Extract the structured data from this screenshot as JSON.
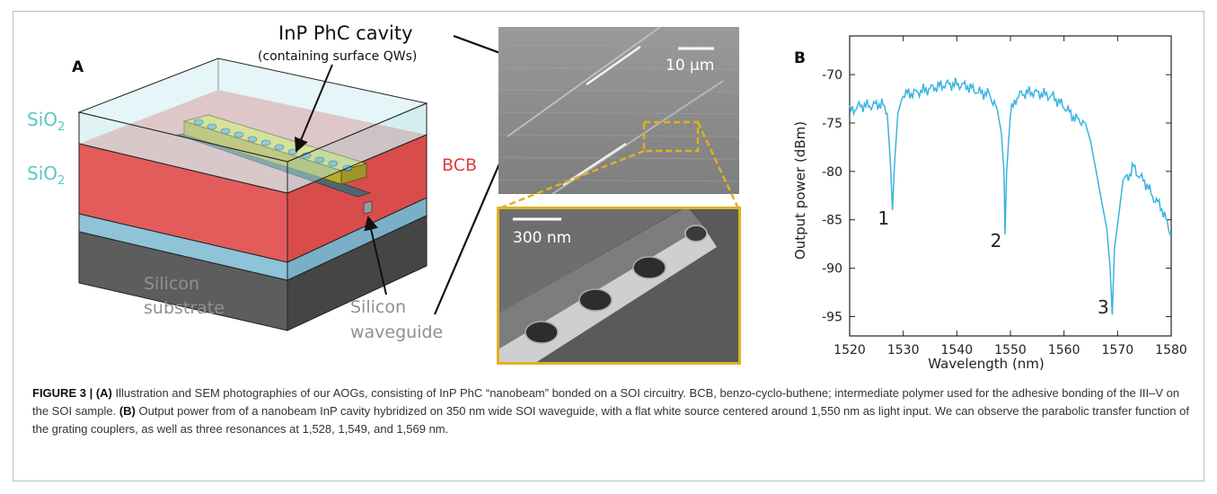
{
  "panel_a": {
    "letter": "A",
    "callout_title": "InP PhC cavity",
    "callout_subtitle": "(containing surface QWs)",
    "label_sio2_top": "SiO",
    "label_sio2_bottom": "SiO",
    "subscript": "2",
    "label_bcb": "BCB",
    "label_silicon_substrate_1": "Silicon",
    "label_silicon_substrate_2": "substrate",
    "label_silicon_waveguide_1": "Silicon",
    "label_silicon_waveguide_2": "waveguide",
    "scale_top": "10 µm",
    "scale_bottom": "300 nm",
    "colors": {
      "sio2": "#5bc7c4",
      "bcb": "#e23b3b",
      "inp": "#d8d03a",
      "inset_border": "#e0b020"
    }
  },
  "panel_b": {
    "letter": "B"
  },
  "chart_data": {
    "type": "line",
    "xlabel": "Wavelength (nm)",
    "ylabel": "Output power (dBm)",
    "xlim": [
      1520,
      1580
    ],
    "ylim": [
      -97,
      -66
    ],
    "xticks": [
      1520,
      1530,
      1540,
      1550,
      1560,
      1570,
      1580
    ],
    "yticks": [
      -70,
      -75,
      -80,
      -85,
      -90,
      -95
    ],
    "color": "#3bb3e0",
    "x": [
      1520,
      1522,
      1524,
      1526,
      1527,
      1527.6,
      1528,
      1528.4,
      1529,
      1530,
      1532,
      1534,
      1536,
      1538,
      1540,
      1542,
      1544,
      1546,
      1547.5,
      1548.3,
      1548.8,
      1549,
      1549.3,
      1550,
      1551,
      1552,
      1554,
      1556,
      1558,
      1560,
      1562,
      1564,
      1565,
      1566,
      1567,
      1568,
      1568.6,
      1569,
      1569.4,
      1570,
      1571,
      1572,
      1573,
      1574,
      1575,
      1576,
      1577,
      1578,
      1579,
      1580
    ],
    "y": [
      -73.8,
      -73.2,
      -73.2,
      -73,
      -74,
      -79,
      -84,
      -79,
      -74,
      -72,
      -71.9,
      -71.6,
      -71.3,
      -71,
      -71,
      -71.2,
      -71.8,
      -72,
      -73.5,
      -76,
      -80,
      -86.5,
      -80,
      -74,
      -72.5,
      -72,
      -71.8,
      -72,
      -72.3,
      -73.3,
      -74.5,
      -75,
      -77,
      -80,
      -83,
      -86,
      -90,
      -94.8,
      -88,
      -85.5,
      -81,
      -80.5,
      -79.5,
      -80.5,
      -81,
      -82,
      -83,
      -83.5,
      -85,
      -86.5
    ],
    "annotations": [
      {
        "text": "1",
        "x": 1528,
        "y": -85.5
      },
      {
        "text": "2",
        "x": 1549,
        "y": -87.8
      },
      {
        "text": "3",
        "x": 1569,
        "y": -94.7
      }
    ]
  },
  "caption": {
    "lead": "FIGURE 3 | (A)",
    "text_a": " Illustration and SEM photographies of our AOGs, consisting of InP PhC “nanobeam” bonded on a SOI circuitry. BCB, benzo-cyclo-buthene; intermediate polymer used for the adhesive bonding of the III–V on the SOI sample. ",
    "lead_b": "(B)",
    "text_b": " Output power from of a nanobeam InP cavity hybridized on 350 nm wide SOI waveguide, with a flat white source centered around 1,550 nm as light input. We can observe the parabolic transfer function of the grating couplers, as well as three resonances at 1,528, 1,549, and 1,569 nm."
  }
}
